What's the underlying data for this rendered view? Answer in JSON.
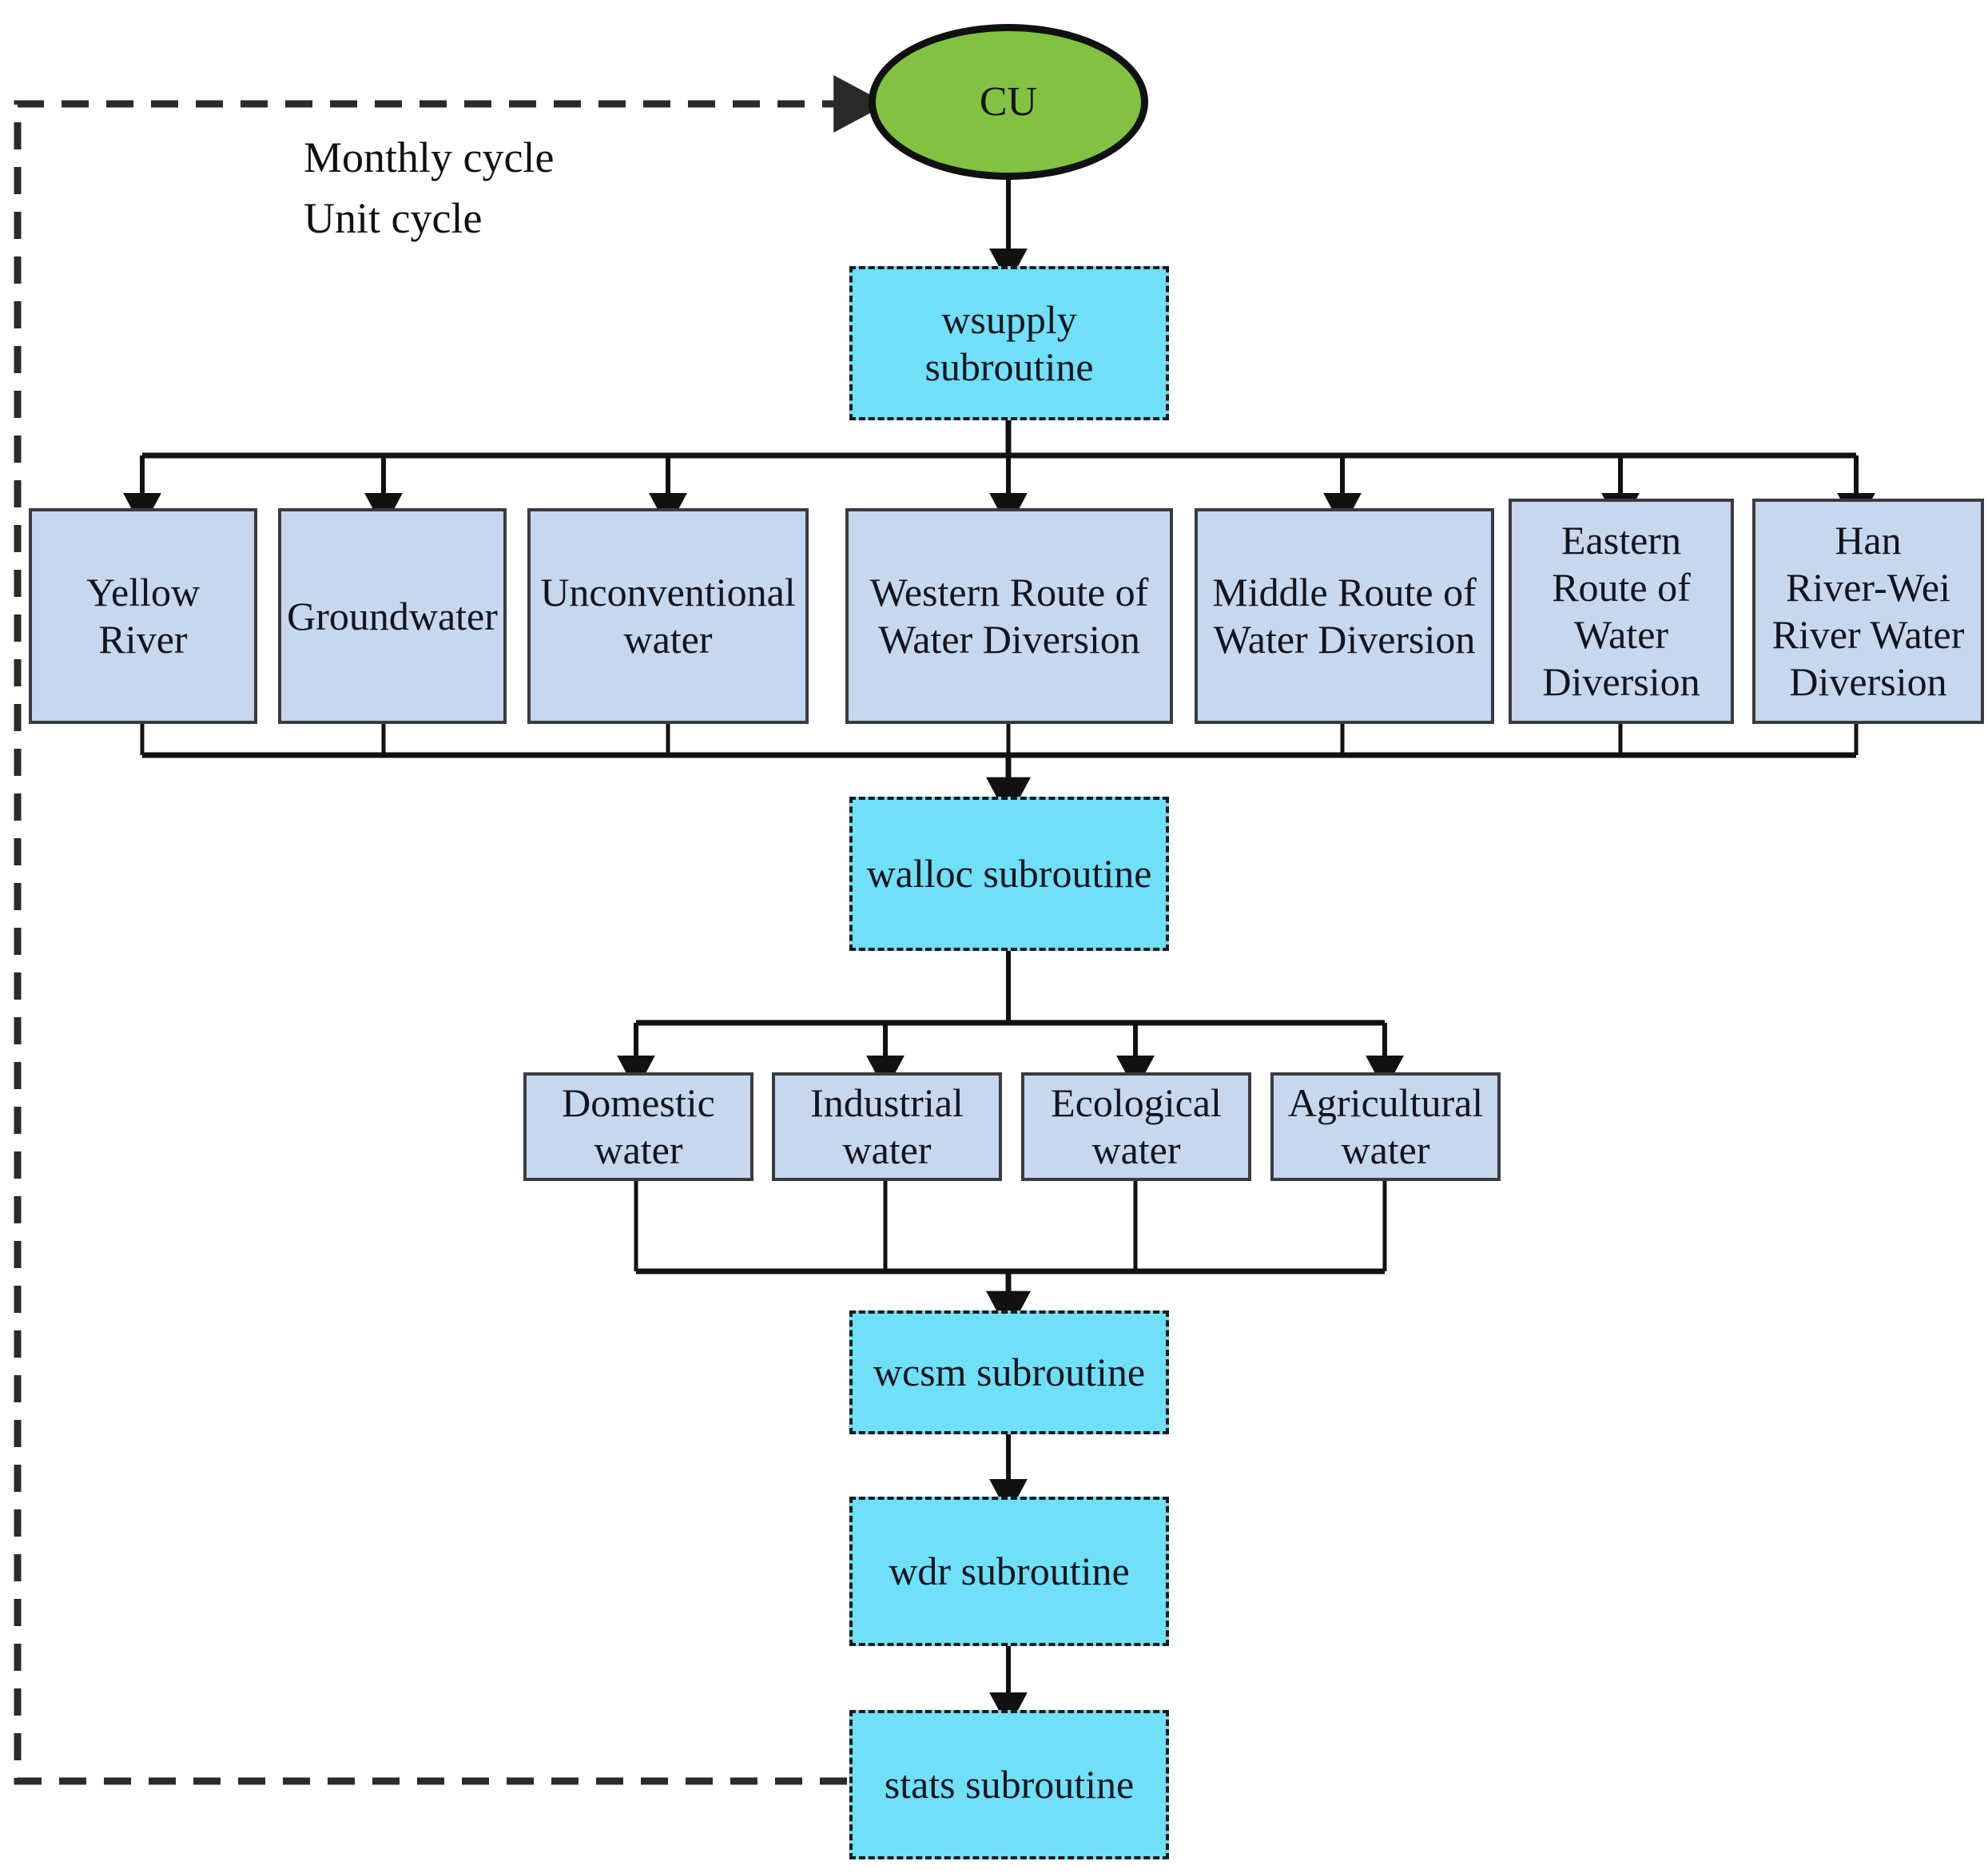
{
  "diagram": {
    "title_labels": {
      "monthly_cycle": "Monthly cycle",
      "unit_cycle": "Unit cycle"
    },
    "colors": {
      "start_node": "#83C240",
      "subroutine_node": "#6FE0F7",
      "data_node": "#C6D7EE",
      "edge": "#1b1b1b",
      "feedback_edge": "#2a2a2a"
    },
    "start_node": {
      "label": "CU",
      "shape": "ellipse"
    },
    "subroutines": [
      {
        "id": "wsupply",
        "label": "wsupply subroutine"
      },
      {
        "id": "walloc",
        "label": "walloc subroutine"
      },
      {
        "id": "wcsm",
        "label": "wcsm subroutine"
      },
      {
        "id": "wdr",
        "label": "wdr subroutine"
      },
      {
        "id": "stats",
        "label": "stats subroutine"
      }
    ],
    "water_sources": [
      {
        "id": "yellow-river",
        "label": "Yellow River"
      },
      {
        "id": "groundwater",
        "label": "Groundwater"
      },
      {
        "id": "unconventional",
        "label": "Unconventional\nwater"
      },
      {
        "id": "western-route",
        "label": "Western Route of\nWater Diversion"
      },
      {
        "id": "middle-route",
        "label": "Middle Route of\nWater Diversion"
      },
      {
        "id": "eastern-route",
        "label": "Eastern\nRoute of\nWater\nDiversion"
      },
      {
        "id": "han-wei",
        "label": "Han\nRiver-Wei\nRiver Water\nDiversion"
      }
    ],
    "water_uses": [
      {
        "id": "domestic",
        "label": "Domestic\nwater"
      },
      {
        "id": "industrial",
        "label": "Industrial\nwater"
      },
      {
        "id": "ecological",
        "label": "Ecological\nwater"
      },
      {
        "id": "agricultural",
        "label": "Agricultural\nwater"
      }
    ]
  }
}
